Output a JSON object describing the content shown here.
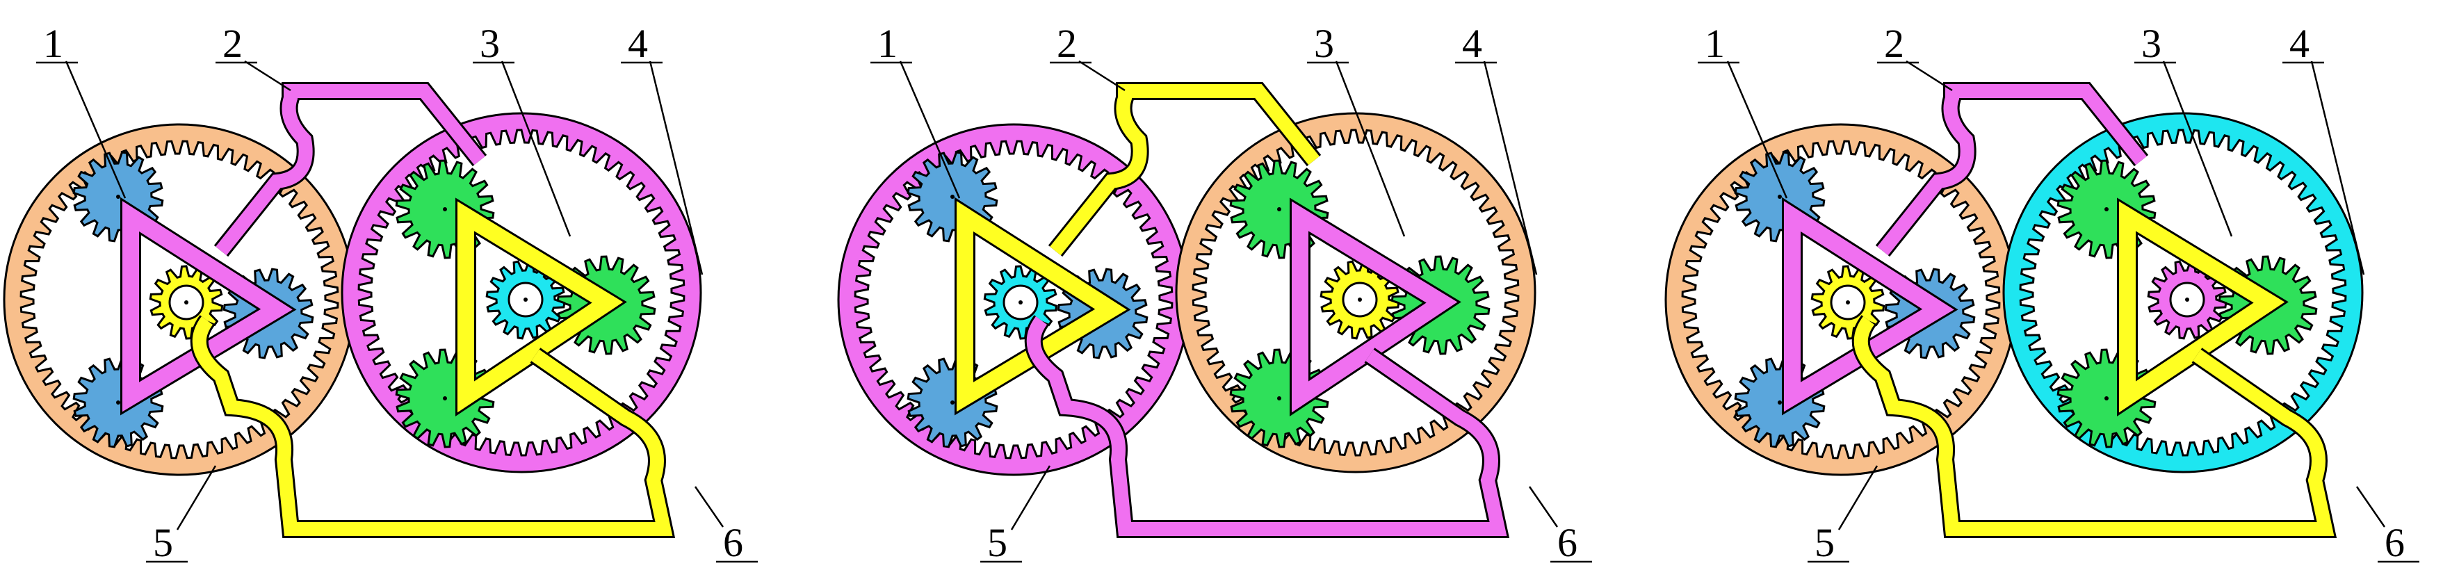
{
  "colors": {
    "orange": "#f8bf8c",
    "magenta": "#f070f0",
    "yellow": "#ffff22",
    "cyan": "#1ee6f0",
    "blue": "#5aa6dc",
    "green": "#2fe05a",
    "outline": "#000000",
    "background": "#ffffff"
  },
  "panels": [
    {
      "ring_left": "orange",
      "ring_right": "magenta",
      "sun_left": "yellow",
      "sun_right": "cyan",
      "carrier_left": "magenta",
      "carrier_right": "yellow",
      "planets_left": "blue",
      "planets_right": "green",
      "upper_link": "magenta",
      "lower_link": "yellow",
      "labels": [
        "1",
        "2",
        "3",
        "4",
        "5",
        "6"
      ]
    },
    {
      "ring_left": "magenta",
      "ring_right": "orange",
      "sun_left": "cyan",
      "sun_right": "yellow",
      "carrier_left": "yellow",
      "carrier_right": "magenta",
      "planets_left": "blue",
      "planets_right": "green",
      "upper_link": "yellow",
      "lower_link": "magenta",
      "labels": [
        "1",
        "2",
        "3",
        "4",
        "5",
        "6"
      ]
    },
    {
      "ring_left": "orange",
      "ring_right": "cyan",
      "sun_left": "yellow",
      "sun_right": "magenta",
      "carrier_left": "magenta",
      "carrier_right": "yellow",
      "planets_left": "blue",
      "planets_right": "green",
      "upper_link": "magenta",
      "lower_link": "yellow",
      "labels": [
        "1",
        "2",
        "3",
        "4",
        "5",
        "6"
      ]
    }
  ]
}
